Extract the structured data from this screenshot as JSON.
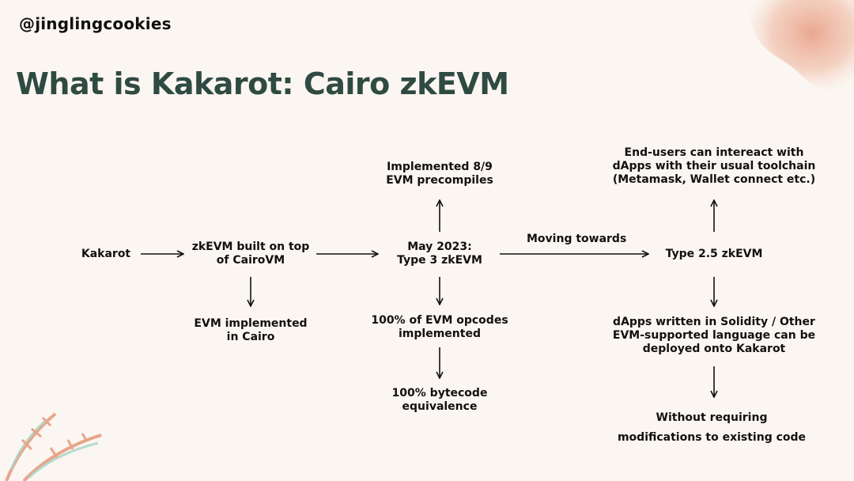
{
  "handle": "@jinglingcookies",
  "title": "What is Kakarot: Cairo zkEVM",
  "nodes": {
    "kakarot": [
      "Kakarot"
    ],
    "zkevm_built": [
      "zkEVM built on top",
      "of CairoVM"
    ],
    "evm_cairo": [
      "EVM implemented",
      "in Cairo"
    ],
    "may_2023": [
      "May 2023:",
      "Type 3 zkEVM"
    ],
    "precompiles": [
      "Implemented 8/9",
      "EVM precompiles"
    ],
    "opcodes": [
      "100% of EVM opcodes",
      "implemented"
    ],
    "bytecode": [
      "100% bytecode",
      "equivalence"
    ],
    "type25": [
      "Type 2.5 zkEVM"
    ],
    "end_users": [
      "End-users can intereact with",
      "dApps with their usual toolchain",
      "(Metamask, Wallet connect etc.)"
    ],
    "dapps": [
      "dApps written in Solidity / Other",
      "EVM-supported language can be",
      "deployed onto Kakarot"
    ],
    "without": [
      "Without requiring",
      "modifications to existing code"
    ]
  },
  "edge_labels": {
    "moving_towards": "Moving towards"
  },
  "colors": {
    "background": "#fbf6f1",
    "title": "#2f4a43",
    "text": "#111111",
    "accent_peach": "#e8a58a",
    "accent_mint": "#a9d3c5"
  }
}
